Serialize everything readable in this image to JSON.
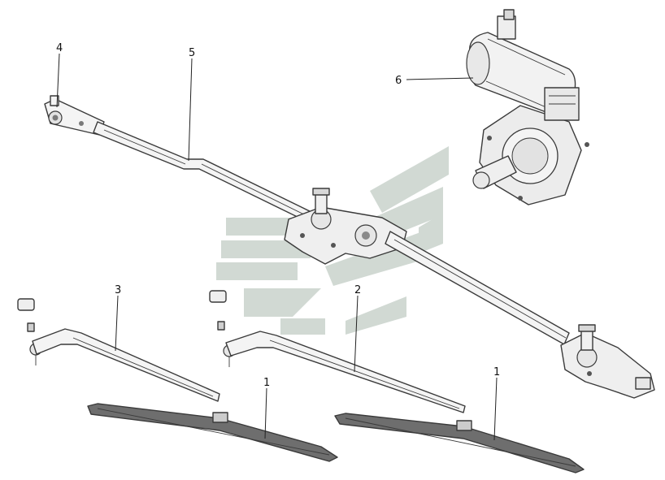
{
  "callouts": {
    "c1a": "1",
    "c1b": "1",
    "c2": "2",
    "c3": "3",
    "c4": "4",
    "c5": "5",
    "c6": "6"
  },
  "colors": {
    "watermark": "#c9d3cc",
    "stroke": "#3a3a3a",
    "part_fill": "#f4f4f4",
    "part_shade": "#9a9a9a",
    "blade_fill": "#6e6e6e"
  },
  "icons": {
    "watermark": "brand-logo-watermark"
  }
}
